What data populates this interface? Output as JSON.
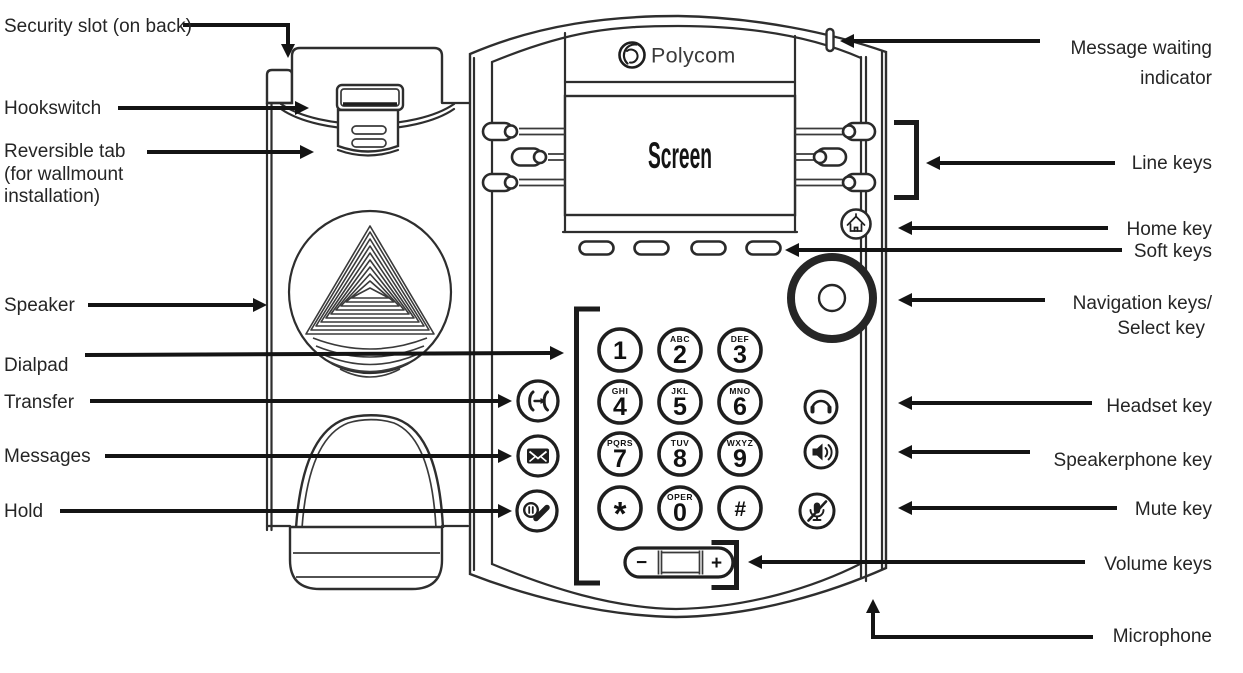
{
  "brand": {
    "name": "Polycom",
    "logo_icon": "polycom-swirl-icon"
  },
  "screen": {
    "label": "Screen"
  },
  "callouts": {
    "left": [
      {
        "label": "Security slot (on back)"
      },
      {
        "label": "Hookswitch"
      },
      {
        "label": "Reversible tab",
        "label2": "(for wallmount",
        "label3": "installation)"
      },
      {
        "label": "Speaker"
      },
      {
        "label": "Dialpad"
      },
      {
        "label": "Transfer"
      },
      {
        "label": "Messages"
      },
      {
        "label": "Hold"
      }
    ],
    "right": [
      {
        "label": "Message waiting",
        "label2": "indicator"
      },
      {
        "label": "Line keys"
      },
      {
        "label": "Home key"
      },
      {
        "label": "Soft keys"
      },
      {
        "label": "Navigation keys/",
        "label2": "Select key"
      },
      {
        "label": "Headset key"
      },
      {
        "label": "Speakerphone key"
      },
      {
        "label": "Mute key"
      },
      {
        "label": "Volume keys"
      },
      {
        "label": "Microphone"
      }
    ]
  },
  "dialpad": {
    "keys": [
      {
        "digit": "1",
        "letters": ""
      },
      {
        "digit": "2",
        "letters": "ABC"
      },
      {
        "digit": "3",
        "letters": "DEF"
      },
      {
        "digit": "4",
        "letters": "GHI"
      },
      {
        "digit": "5",
        "letters": "JKL"
      },
      {
        "digit": "6",
        "letters": "MNO"
      },
      {
        "digit": "7",
        "letters": "PQRS"
      },
      {
        "digit": "8",
        "letters": "TUV"
      },
      {
        "digit": "9",
        "letters": "WXYZ"
      },
      {
        "digit": "*",
        "letters": ""
      },
      {
        "digit": "0",
        "letters": "OPER"
      },
      {
        "digit": "#",
        "letters": ""
      }
    ]
  },
  "volume": {
    "down": "−",
    "up": "+"
  },
  "icons": {
    "home": "house",
    "headset": "headphones",
    "speakerphone": "speaker-waves",
    "mute": "microphone-slash",
    "transfer": "handset-arrow",
    "messages": "envelope",
    "hold": "handset-pause",
    "navigation": "ring-select"
  },
  "colors": {
    "ink": "#141414",
    "phone_line": "#2e2e2e",
    "label_text": "#252525",
    "background": "#ffffff"
  }
}
